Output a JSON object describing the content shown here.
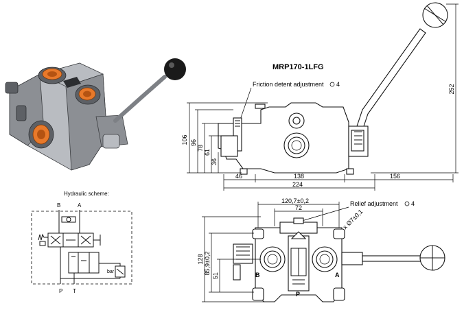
{
  "model": "MRP170-1LFG",
  "hydraulic_scheme": {
    "caption": "Hydraulic scheme:",
    "ports": {
      "B": "B",
      "A": "A",
      "P": "P",
      "T": "T"
    },
    "bar_label": "bar"
  },
  "side_view": {
    "callout": "Friction detent adjustment",
    "callout_size": "4",
    "dimensions": {
      "h106": "106",
      "h96": "96",
      "h78": "78",
      "h61": "61",
      "h36": "36",
      "h252": "252",
      "w46": "46",
      "w138": "138",
      "w156": "156",
      "w224": "224"
    }
  },
  "top_view": {
    "callout": "Relief adjustment",
    "callout_size": "4",
    "dimensions": {
      "w120": "120,7±0,2",
      "w72": "72",
      "hole": "4 x Ø7±0,1",
      "h128": "128",
      "h859": "85,9±0,2",
      "h51": "51"
    },
    "port_labels": {
      "B": "B",
      "A": "A",
      "P": "P"
    }
  }
}
